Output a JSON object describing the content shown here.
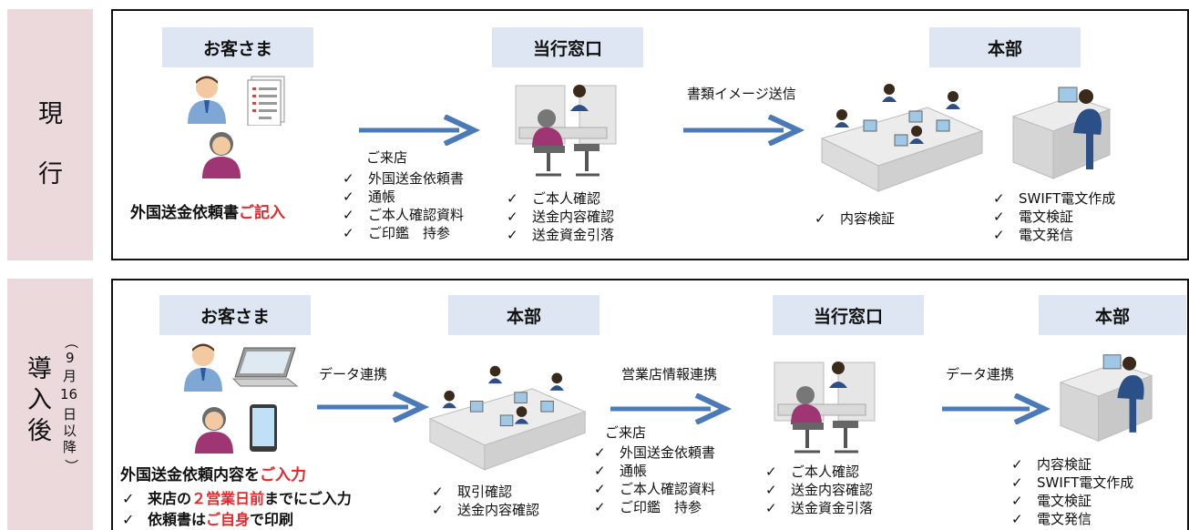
{
  "current": {
    "side_label": [
      "現",
      "行"
    ],
    "customer_header": "お客さま",
    "branch_header": "当行窓口",
    "hq_header": "本部",
    "customer_caption_main": "外国送金依頼書",
    "customer_caption_red": "ご記入",
    "visit_label": "ご来店",
    "visit_items": [
      "外国送金依頼書",
      "通帳",
      "ご本人確認資料",
      "ご印鑑　持参"
    ],
    "branch_items": [
      "ご本人確認",
      "送金内容確認",
      "送金資金引落"
    ],
    "image_send_label": "書類イメージ送信",
    "hq_check_items": [
      "内容検証"
    ],
    "hq_swift_items": [
      "SWIFT電文作成",
      "電文検証",
      "電文発信"
    ]
  },
  "after": {
    "side_label_main": [
      "導",
      "入",
      "後"
    ],
    "side_label_paren": [
      "（",
      "9",
      "月",
      "16",
      "日",
      "以",
      "降",
      "）"
    ],
    "customer_header": "お客さま",
    "hq_header_1": "本部",
    "branch_header": "当行窓口",
    "hq_header_2": "本部",
    "data_link_1": "データ連携",
    "branch_info_link": "営業店情報連携",
    "data_link_2": "データ連携",
    "input_caption_main": "外国送金依頼内容を",
    "input_caption_red": "ご入力",
    "bullet1_a": "来店の",
    "bullet1_red": "２営業日前",
    "bullet1_b": "までにご入力",
    "bullet2_a": "依頼書は",
    "bullet2_red": "ご自身",
    "bullet2_b": "で印刷",
    "hq1_items": [
      "取引確認",
      "送金内容確認"
    ],
    "visit_label": "ご来店",
    "visit_items": [
      "外国送金依頼書",
      "通帳",
      "ご本人確認資料",
      "ご印鑑　持参"
    ],
    "branch_items": [
      "ご本人確認",
      "送金内容確認",
      "送金資金引落"
    ],
    "hq2_items": [
      "内容検証",
      "SWIFT電文作成",
      "電文検証",
      "電文発信"
    ]
  },
  "check_mark": "✓",
  "colors": {
    "arrow": "#4a7ab8",
    "header_bg": "#dde6f2",
    "side_bg": "#ecd9dc",
    "accent_red": "#e8262a"
  }
}
